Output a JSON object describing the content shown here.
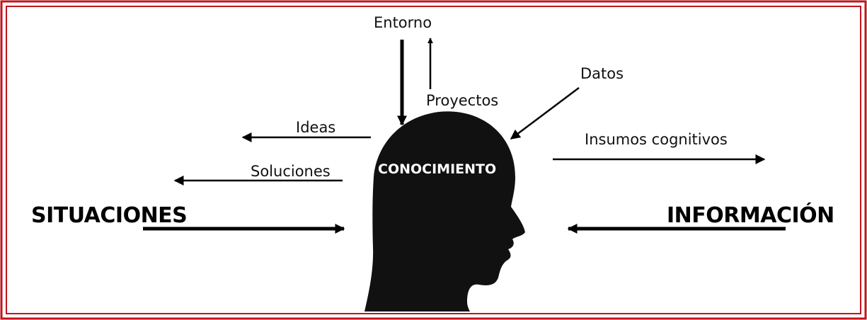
{
  "diagram": {
    "center_label": "CONOCIMIENTO",
    "left_title": "SITUACIONES",
    "right_title": "INFORMACIÓN",
    "labels": {
      "entorno": "Entorno",
      "proyectos": "Proyectos",
      "datos": "Datos",
      "ideas": "Ideas",
      "soluciones": "Soluciones",
      "insumos": "Insumos cognitivos"
    }
  },
  "colors": {
    "frame": "#c0141c",
    "head": "#111111",
    "text": "#111111",
    "background": "#ffffff"
  }
}
